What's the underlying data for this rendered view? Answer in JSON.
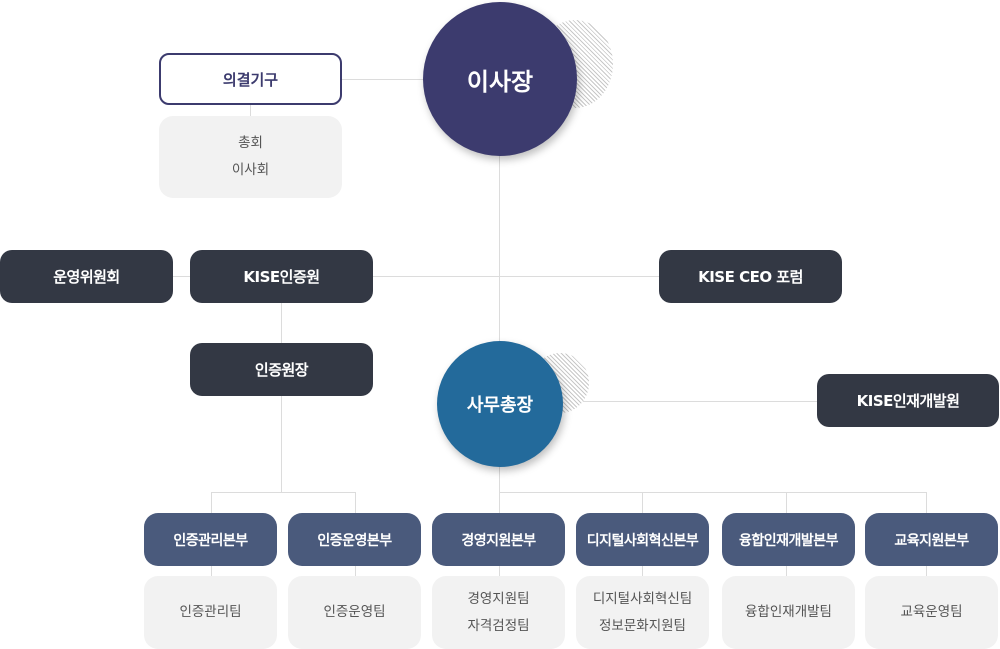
{
  "chart_data": {
    "type": "org-chart",
    "root": {
      "label": "이사장",
      "side": {
        "decision_body": {
          "label": "의결기구",
          "members": [
            "총회",
            "이사회"
          ]
        }
      },
      "children": [
        {
          "label": "KISE인증원",
          "side": [
            {
              "label": "운영위원회"
            }
          ],
          "children": [
            {
              "label": "인증원장",
              "children": [
                {
                  "label": "인증관리본부",
                  "teams": [
                    "인증관리팀"
                  ]
                },
                {
                  "label": "인증운영본부",
                  "teams": [
                    "인증운영팀"
                  ]
                }
              ]
            }
          ]
        },
        {
          "label": "KISE CEO 포럼"
        },
        {
          "label": "사무총장",
          "side": [
            {
              "label": "KISE인재개발원"
            }
          ],
          "children": [
            {
              "label": "경영지원본부",
              "teams": [
                "경영지원팀",
                "자격검정팀"
              ]
            },
            {
              "label": "디지털사회혁신본부",
              "teams": [
                "디지털사회혁신팀",
                "정보문화지원팀"
              ]
            },
            {
              "label": "융합인재개발본부",
              "teams": [
                "융합인재개발팀"
              ]
            },
            {
              "label": "교육지원본부",
              "teams": [
                "교육운영팀"
              ]
            }
          ]
        }
      ]
    }
  },
  "colors": {
    "chairman": "#3c3b6e",
    "secretary_general": "#236a9b",
    "dark_box": "#333844",
    "division_box": "#4a5a7c",
    "team_box": "#f2f2f2",
    "connector": "#dcdcdc"
  },
  "nodes": {
    "chairman": "이사장",
    "decision_body": "의결기구",
    "decision_members": [
      "총회",
      "이사회"
    ],
    "operating_committee": "운영위원회",
    "kise_cert": "KISE인증원",
    "ceo_forum": "KISE CEO 포럼",
    "cert_director": "인증원장",
    "secretary_general": "사무총장",
    "talent_institute": "KISE인재개발원",
    "divisions": [
      {
        "label": "인증관리본부",
        "teams": [
          "인증관리팀"
        ]
      },
      {
        "label": "인증운영본부",
        "teams": [
          "인증운영팀"
        ]
      },
      {
        "label": "경영지원본부",
        "teams": [
          "경영지원팀",
          "자격검정팀"
        ]
      },
      {
        "label": "디지털사회혁신본부",
        "teams": [
          "디지털사회혁신팀",
          "정보문화지원팀"
        ]
      },
      {
        "label": "융합인재개발본부",
        "teams": [
          "융합인재개발팀"
        ]
      },
      {
        "label": "교육지원본부",
        "teams": [
          "교육운영팀"
        ]
      }
    ]
  }
}
